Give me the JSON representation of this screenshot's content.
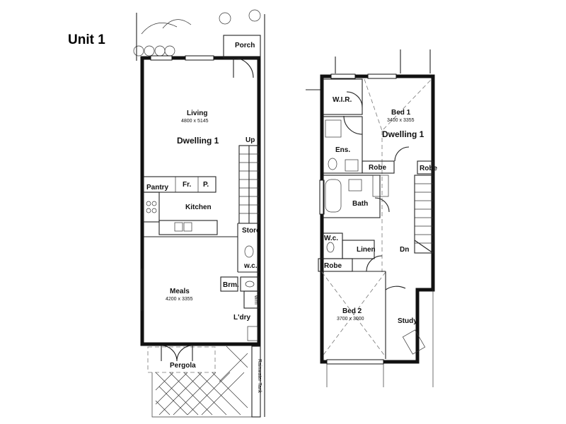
{
  "page": {
    "title": "Unit 1"
  },
  "ground_floor": {
    "dwelling": "Dwelling 1",
    "living": {
      "name": "Living",
      "size": "4800 x 5145"
    },
    "up": "Up",
    "porch": "Porch",
    "pantry": "Pantry",
    "fridge": "Fr.",
    "pantry_short": "P.",
    "kitchen": "Kitchen",
    "store": "Store",
    "wc": "w.c.",
    "broom": "Brm.",
    "washer": "w/m",
    "meals": {
      "name": "Meals",
      "size": "4200 x 3355"
    },
    "laundry": "L'dry",
    "pergola": "Pergola",
    "rainwater_tank": "Rainwater Tank"
  },
  "first_floor": {
    "dwelling": "Dwelling 1",
    "wir": "W.I.R.",
    "bed1": {
      "name": "Bed 1",
      "size": "3400 x 3355"
    },
    "ensuite": "Ens.",
    "robe1": "Robe",
    "robe2": "Robe",
    "robe3": "Robe",
    "bath": "Bath",
    "wc": "W.c.",
    "linen": "Linen",
    "down": "Dn",
    "bed2": {
      "name": "Bed 2",
      "size": "3700 x 3000"
    },
    "study": "Study"
  }
}
